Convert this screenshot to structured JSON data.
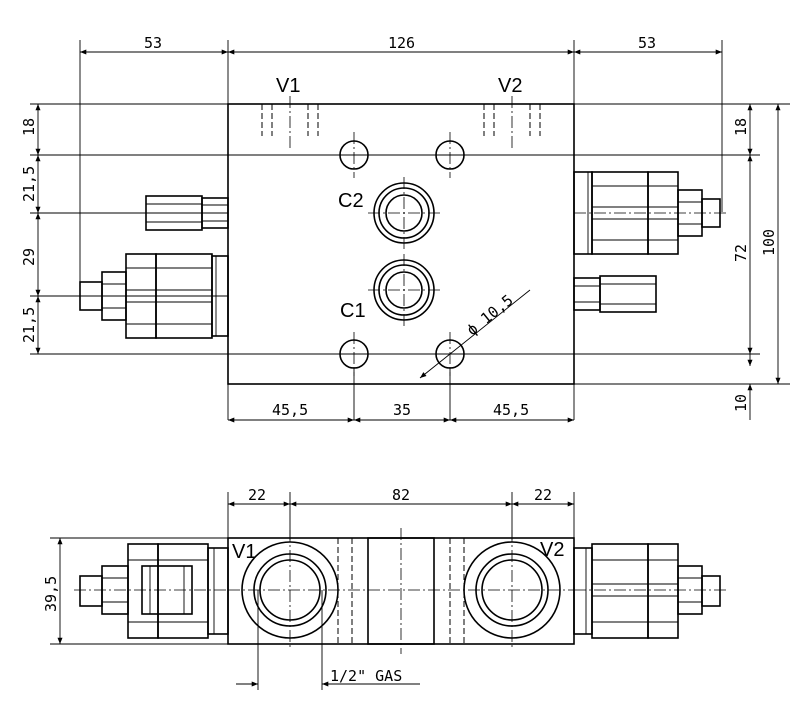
{
  "top_view": {
    "labels": {
      "v1": "V1",
      "v2": "V2",
      "c2": "C2",
      "c1": "C1",
      "hole_dia": "ϕ 10,5"
    },
    "dims": {
      "left_overhang": "53",
      "body_width": "126",
      "right_overhang": "53",
      "left_18": "18",
      "left_21_5_top": "21,5",
      "left_29": "29",
      "left_21_5_bottom": "21,5",
      "right_18": "18",
      "right_72": "72",
      "right_100": "100",
      "right_10": "10",
      "bottom_45_5_left": "45,5",
      "bottom_35": "35",
      "bottom_45_5_right": "45,5"
    }
  },
  "side_view": {
    "labels": {
      "v1": "V1",
      "v2": "V2",
      "port": "1/2\" GAS"
    },
    "dims": {
      "left_22": "22",
      "center_82": "82",
      "right_22": "22",
      "height": "39,5"
    }
  }
}
